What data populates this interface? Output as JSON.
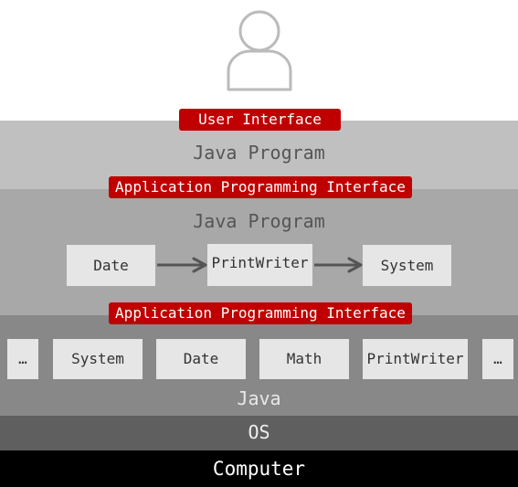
{
  "user": {
    "icon": "person-outline-icon"
  },
  "labels": {
    "user_interface": "User Interface",
    "application_programming_interface": "Application Programming Interface"
  },
  "layers": {
    "java_program_outer": "Java Program",
    "java_program_inner": "Java Program",
    "java": "Java",
    "os": "OS",
    "computer": "Computer"
  },
  "program_classes": [
    "Date",
    "PrintWriter",
    "System"
  ],
  "library_classes": [
    "…",
    "System",
    "Date",
    "Math",
    "PrintWriter",
    "…"
  ],
  "colors": {
    "interface_label": "#c00000",
    "layer_program_outer": "#c0c0c0",
    "layer_program_inner": "#a8a8a8",
    "layer_java": "#888888",
    "layer_os": "#5f5f5f",
    "layer_computer": "#000000",
    "class_box": "#e6e6e6"
  }
}
